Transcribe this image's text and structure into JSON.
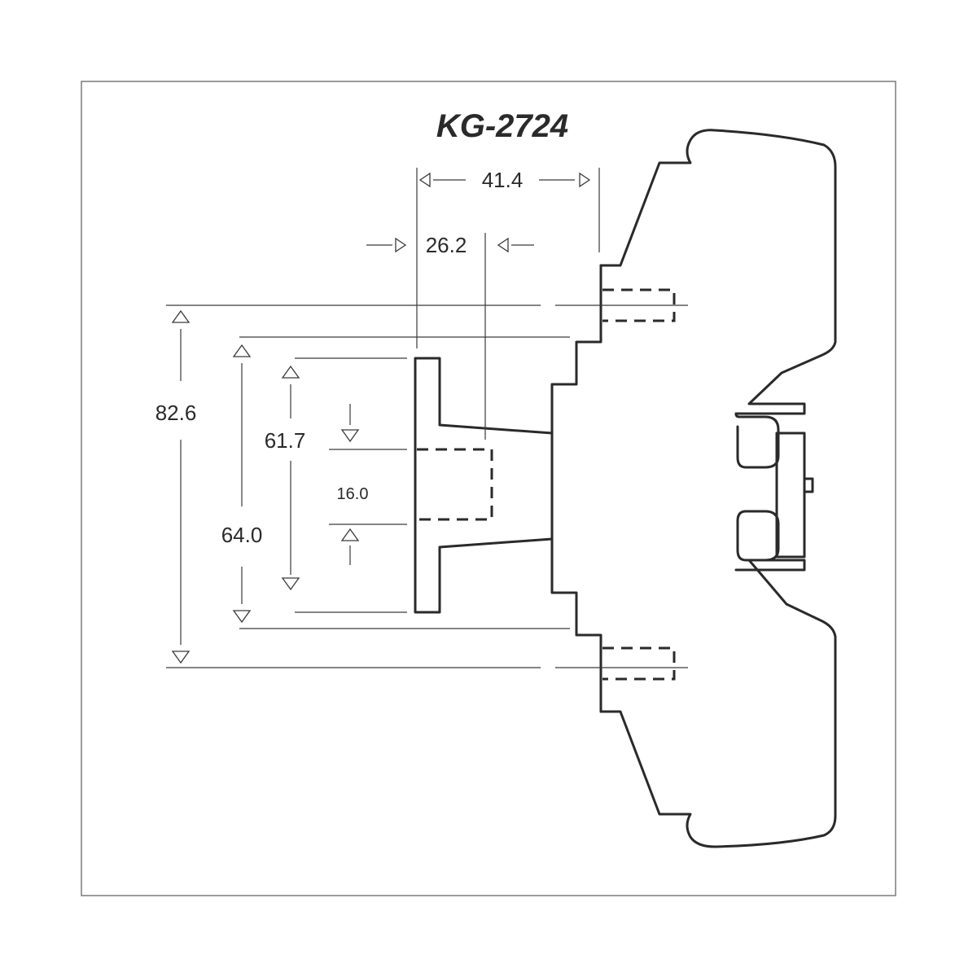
{
  "title": "KG-2724",
  "dimensions": {
    "width_total": "41.4",
    "width_flange": "26.2",
    "height_outer": "82.6",
    "height_mid": "64.0",
    "height_inner": "61.7",
    "slot": "16.0"
  },
  "colors": {
    "line": "#2a2a2a",
    "frame": "#7a7a7a",
    "background": "#ffffff"
  }
}
